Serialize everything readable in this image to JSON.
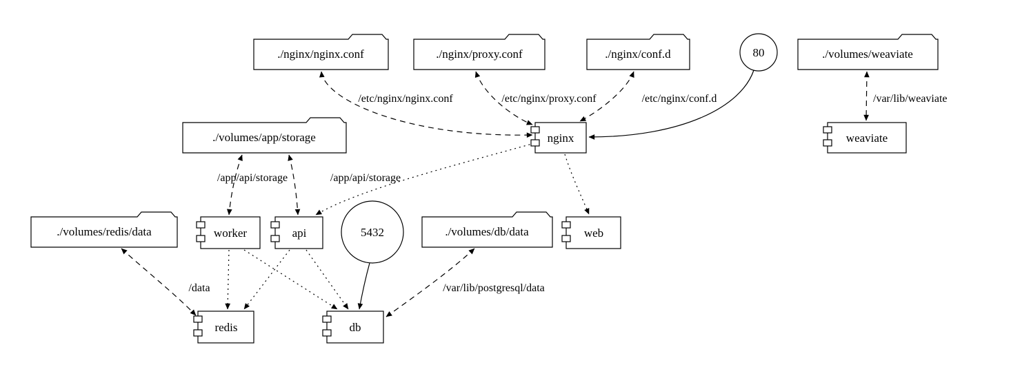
{
  "diagram": {
    "background_color": "#ffffff",
    "stroke_color": "#000000",
    "nodes": {
      "nginx_conf_volume": {
        "label": "./nginx/nginx.conf",
        "type": "folder"
      },
      "proxy_conf_volume": {
        "label": "./nginx/proxy.conf",
        "type": "folder"
      },
      "conf_d_volume": {
        "label": "./nginx/conf.d",
        "type": "folder"
      },
      "port_80": {
        "label": "80",
        "type": "circle"
      },
      "weaviate_volume": {
        "label": "./volumes/weaviate",
        "type": "folder"
      },
      "app_storage_volume": {
        "label": "./volumes/app/storage",
        "type": "folder"
      },
      "nginx": {
        "label": "nginx",
        "type": "component"
      },
      "weaviate": {
        "label": "weaviate",
        "type": "component"
      },
      "redis_data_volume": {
        "label": "./volumes/redis/data",
        "type": "folder"
      },
      "worker": {
        "label": "worker",
        "type": "component"
      },
      "api": {
        "label": "api",
        "type": "component"
      },
      "port_5432": {
        "label": "5432",
        "type": "circle"
      },
      "db_data_volume": {
        "label": "./volumes/db/data",
        "type": "folder"
      },
      "web": {
        "label": "web",
        "type": "component"
      },
      "redis": {
        "label": "redis",
        "type": "component"
      },
      "db": {
        "label": "db",
        "type": "component"
      }
    },
    "edges": {
      "nginx_conf_mount": {
        "from": "./nginx/nginx.conf",
        "to": "nginx",
        "label": "/etc/nginx/nginx.conf",
        "style": "dashed",
        "bidirectional": true
      },
      "proxy_conf_mount": {
        "from": "./nginx/proxy.conf",
        "to": "nginx",
        "label": "/etc/nginx/proxy.conf",
        "style": "dashed",
        "bidirectional": true
      },
      "conf_d_mount": {
        "from": "./nginx/conf.d",
        "to": "nginx",
        "label": "/etc/nginx/conf.d",
        "style": "dashed",
        "bidirectional": true
      },
      "port_80_to_nginx": {
        "from": "80",
        "to": "nginx",
        "label": "",
        "style": "solid",
        "bidirectional": false
      },
      "weaviate_mount": {
        "from": "./volumes/weaviate",
        "to": "weaviate",
        "label": "/var/lib/weaviate",
        "style": "dashed",
        "bidirectional": true
      },
      "worker_storage_mount": {
        "from": "./volumes/app/storage",
        "to": "worker",
        "label": "/app/api/storage",
        "style": "dashed",
        "bidirectional": true
      },
      "api_storage_mount": {
        "from": "./volumes/app/storage",
        "to": "api",
        "label": "/app/api/storage",
        "style": "dashed",
        "bidirectional": true
      },
      "nginx_depends_api": {
        "from": "nginx",
        "to": "api",
        "label": "",
        "style": "dotted",
        "bidirectional": false
      },
      "nginx_depends_web": {
        "from": "nginx",
        "to": "web",
        "label": "",
        "style": "dotted",
        "bidirectional": false
      },
      "worker_depends_redis": {
        "from": "worker",
        "to": "redis",
        "label": "",
        "style": "dotted",
        "bidirectional": false
      },
      "worker_depends_db": {
        "from": "worker",
        "to": "db",
        "label": "",
        "style": "dotted",
        "bidirectional": false
      },
      "api_depends_redis": {
        "from": "api",
        "to": "redis",
        "label": "",
        "style": "dotted",
        "bidirectional": false
      },
      "api_depends_db": {
        "from": "api",
        "to": "db",
        "label": "",
        "style": "dotted",
        "bidirectional": false
      },
      "redis_mount": {
        "from": "./volumes/redis/data",
        "to": "redis",
        "label": "/data",
        "style": "dashed",
        "bidirectional": true
      },
      "db_mount": {
        "from": "./volumes/db/data",
        "to": "db",
        "label": "/var/lib/postgresql/data",
        "style": "dashed",
        "bidirectional": true
      },
      "port_5432_to_db": {
        "from": "5432",
        "to": "db",
        "label": "",
        "style": "solid",
        "bidirectional": false
      }
    }
  }
}
